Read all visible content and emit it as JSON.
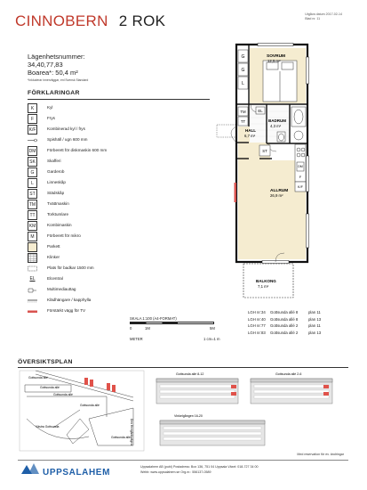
{
  "header": {
    "project": "CINNOBERN",
    "rooms": "2 ROK",
    "date_line": "Utgåva datum 2017-02-14",
    "sheet_line": "Blad nr. 11"
  },
  "apartment": {
    "number_label": "Lägenhetsnummer:",
    "numbers": "34,40,77,83",
    "area": "Boarea*: 50,4 m²",
    "area_note": "*Inkluderar innerväggar, enl Svensk Standard"
  },
  "legend": {
    "title": "FÖRKLARINGAR",
    "items": [
      {
        "symbol": "K",
        "label": "Kyl"
      },
      {
        "symbol": "F",
        "label": "Frys"
      },
      {
        "symbol": "K/F",
        "label": "Kombinerad kyl / frys"
      },
      {
        "symbol": "",
        "label": "Spishäll / ugn 600 mm"
      },
      {
        "symbol": "DM",
        "label": "Förberett för diskmaskin 600 mm"
      },
      {
        "symbol": "SK",
        "label": "Skafferi"
      },
      {
        "symbol": "G",
        "label": "Garderob"
      },
      {
        "symbol": "L",
        "label": "Linneskåp"
      },
      {
        "symbol": "ST",
        "label": "Städskåp"
      },
      {
        "symbol": "TM",
        "label": "Tvättmaskin"
      },
      {
        "symbol": "TT",
        "label": "Torktumlare"
      },
      {
        "symbol": "KM",
        "label": "Kombimaskin"
      },
      {
        "symbol": "M",
        "label": "Förberett för mikro"
      },
      {
        "symbol": "",
        "label": "Parkett"
      },
      {
        "symbol": "",
        "label": "Klinker"
      },
      {
        "symbol": "",
        "label": "Plats för badkar 1500 mm"
      },
      {
        "symbol": "EL",
        "label": "Elcentral"
      },
      {
        "symbol": "",
        "label": "Multimediauttag"
      },
      {
        "symbol": "",
        "label": "Klädhängare / kapphylla"
      },
      {
        "symbol": "",
        "label": "Förstärkt vägg för TV"
      }
    ]
  },
  "plan": {
    "rooms": [
      {
        "name": "SOVRUM",
        "area": "12,5 m²"
      },
      {
        "name": "BADRUM",
        "area": "4,3 m²"
      },
      {
        "name": "HALL",
        "area": "6,7 m²"
      },
      {
        "name": "ALLRUM",
        "area": "26,9 m²"
      },
      {
        "name": "BALKONG",
        "area": "7,1 m²"
      }
    ],
    "fixtures": [
      "G",
      "G",
      "L",
      "EL",
      "TM",
      "TT",
      "ST",
      "F",
      "K/F",
      "DM"
    ]
  },
  "scale": {
    "label": "SKALA 1:100 (A4-FORMAT)",
    "ticks": [
      "0",
      "1M",
      "5M"
    ],
    "unit": "METER",
    "ratio": "1 cm=1 m"
  },
  "lgh_table": [
    {
      "lgh": "LGH nr:34",
      "addr": "Gottsunda allé 8",
      "plan": "plan 11"
    },
    {
      "lgh": "LGH nr:40",
      "addr": "Gottsunda allé 8",
      "plan": "plan 13"
    },
    {
      "lgh": "LGH nr:77",
      "addr": "Gottsunda allé 2",
      "plan": "plan 11"
    },
    {
      "lgh": "LGH nr:83",
      "addr": "Gottsunda allé 2",
      "plan": "plan 13"
    }
  ],
  "overview": {
    "title": "ÖVERSIKTSPLAN",
    "map_labels": [
      "Gottsunda allé",
      "Gottsunda allé",
      "Gottsunda allé",
      "Gottsunda allé",
      "Västra Gottsunda",
      "Den Herrgårdsvägen",
      "Gottsunda allé"
    ],
    "views": [
      "Gottsunda allé 8-12",
      "Gottsunda allé 2-6",
      "Vinkelgången 16-20"
    ]
  },
  "footer": {
    "reservation": "Med reservation för ev. ändringar",
    "brand": "UPPSALAHEM",
    "line1": "Uppsalahem AB (publ)  Postadress: Box 136, 751 04 Uppsala  Växel: 018-727 34 00",
    "line2": "Webb: www.uppsalahem.se  Org.nr.: 556137-0589"
  },
  "colors": {
    "title_red": "#c0392b",
    "parkett": "#f5ecd0",
    "tv_wall": "#d9534f",
    "highlight": "#e0524a",
    "brand_blue": "#1f5fa8"
  }
}
